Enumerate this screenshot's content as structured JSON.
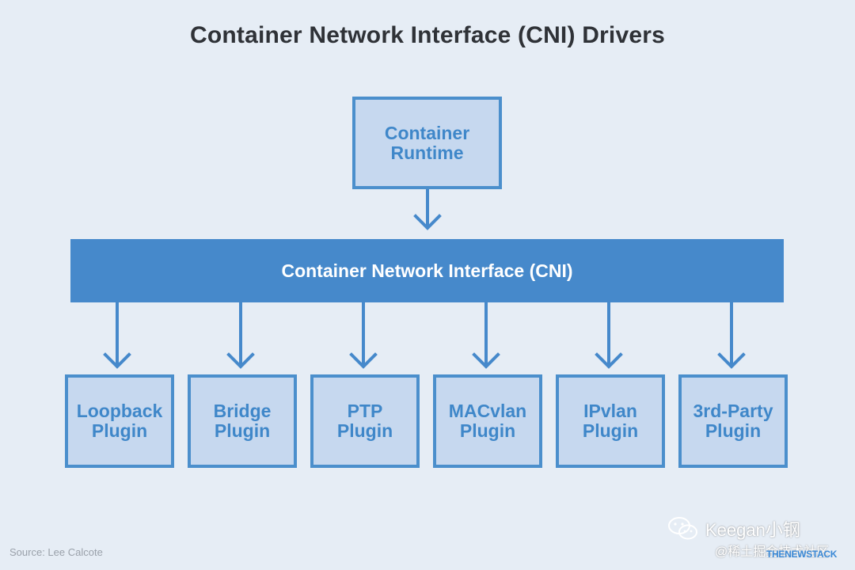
{
  "title": "Container Network Interface (CNI) Drivers",
  "runtime_box": {
    "label": "Container\nRuntime"
  },
  "cni_bar": {
    "label": "Container Network Interface (CNI)"
  },
  "plugins": [
    {
      "label": "Loopback\nPlugin"
    },
    {
      "label": "Bridge\nPlugin"
    },
    {
      "label": "PTP\nPlugin"
    },
    {
      "label": "MACvlan\nPlugin"
    },
    {
      "label": "IPvlan\nPlugin"
    },
    {
      "label": "3rd-Party\nPlugin"
    }
  ],
  "source": "Source: Lee Calcote",
  "watermark": {
    "name": "Keegan小钢",
    "community": "@稀土掘金技术社区",
    "brand": "THENEWSTACK"
  },
  "colors": {
    "background": "#e6edf5",
    "box_fill": "#c6d8ef",
    "accent": "#4689cb",
    "title": "#2f3237"
  }
}
